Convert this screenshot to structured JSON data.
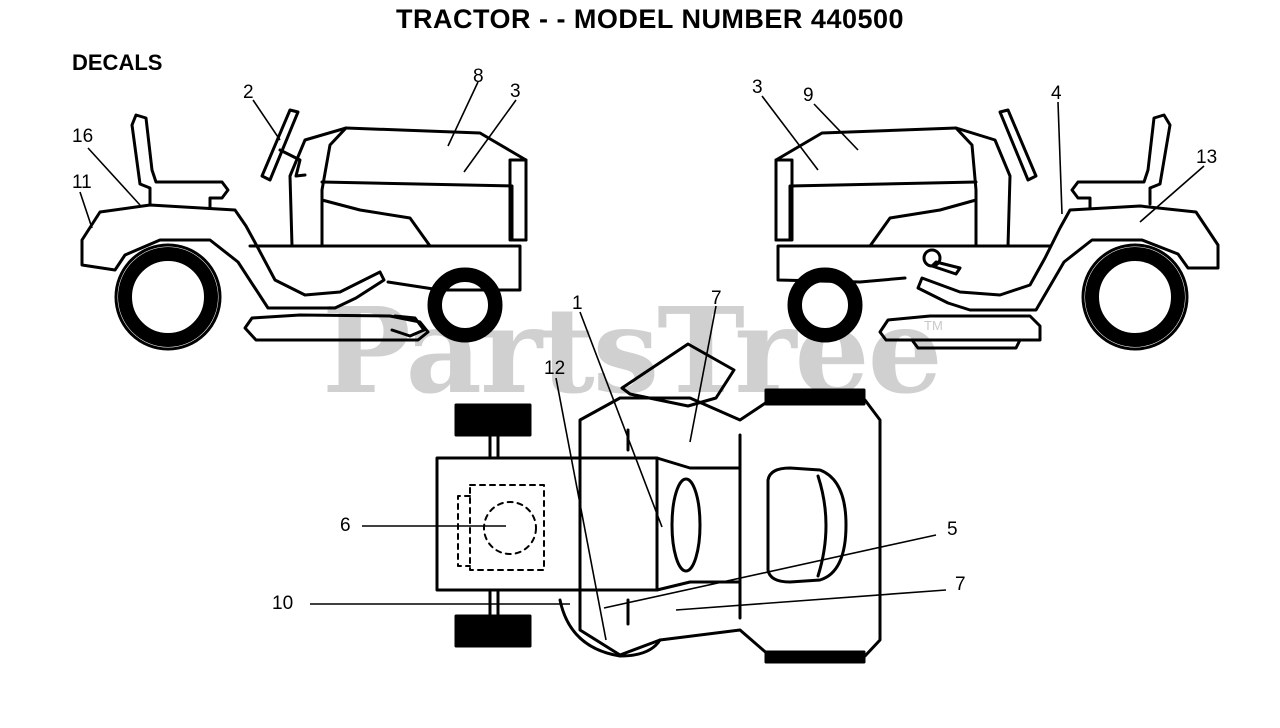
{
  "title": "TRACTOR - - MODEL NUMBER 440500",
  "subtitle": "DECALS",
  "watermark": {
    "text": "PartsTree",
    "tm": "TM",
    "color": "#d0d0d0"
  },
  "colors": {
    "line": "#000000",
    "background": "#ffffff"
  },
  "callouts": {
    "left_view": [
      "16",
      "11",
      "2",
      "8",
      "3"
    ],
    "right_view": [
      "3",
      "9",
      "4",
      "13"
    ],
    "top_view": [
      "1",
      "7",
      "12",
      "6",
      "10",
      "5",
      "7"
    ]
  }
}
